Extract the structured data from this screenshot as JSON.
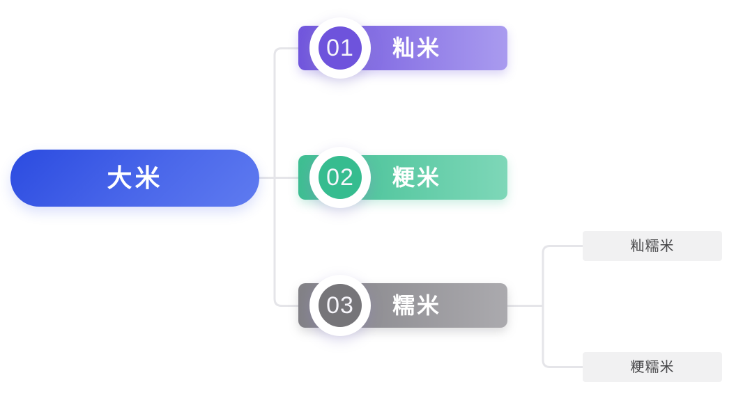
{
  "diagram": {
    "title": "rice classification mind map",
    "root": {
      "label": "大米"
    },
    "branches": [
      {
        "number": "01",
        "label": "籼米",
        "bar_color_start": "#7156DD",
        "bar_color_end": "#A99BEF",
        "badge_color": "#6E53DC",
        "children": []
      },
      {
        "number": "02",
        "label": "粳米",
        "bar_color_start": "#3EBE92",
        "bar_color_end": "#7ED7B8",
        "badge_color": "#36BC8F",
        "children": []
      },
      {
        "number": "03",
        "label": "糯米",
        "bar_color_start": "#828186",
        "bar_color_end": "#ABAAAE",
        "badge_color": "#767579",
        "children": [
          {
            "label": "籼糯米"
          },
          {
            "label": "粳糯米"
          }
        ]
      }
    ],
    "colors": {
      "background": "#FFFFFF",
      "root_gradient_start": "#2B4BE0",
      "root_gradient_end": "#5F7BF0",
      "connector_line": "#E5E5E9",
      "leaf_background": "#F1F1F2",
      "leaf_text": "#48484A",
      "node_text": "#FFFFFF"
    }
  }
}
